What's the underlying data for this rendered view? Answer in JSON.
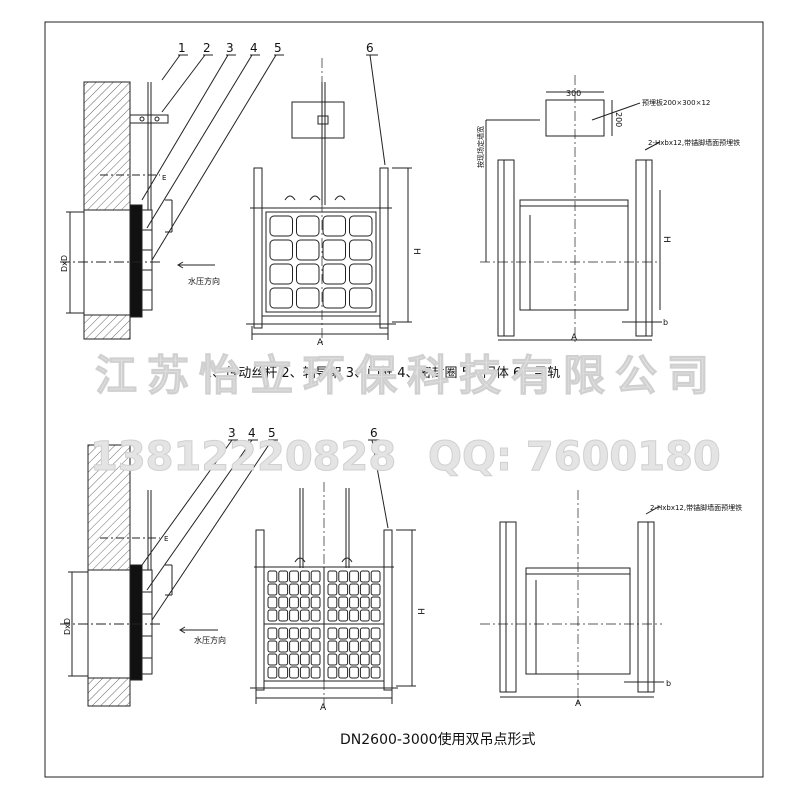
{
  "legend_line": "1、传动丝杆 2、轴导架 3、门框 4、密封圈 5、门体 6、导轨",
  "caption": "DN2600-3000使用双吊点形式",
  "watermark": {
    "company": "江苏怡立环保科技有限公司",
    "phone": "13812220828",
    "qq": "QQ: 7600180"
  },
  "top": {
    "callouts": [
      "1",
      "2",
      "3",
      "4",
      "5",
      "6"
    ],
    "dim_E": "E",
    "dim_DxD": "DxD",
    "dim_H": "H",
    "dim_A": "A",
    "dim_b": "b",
    "dim_300": "300",
    "dim_200": "200",
    "flow_label": "水压方向",
    "plate_label": "预埋板200×300×12",
    "anchor_label": "2-Hxbx12,带锚脚墙面预埋铁",
    "vertical_label": "按现场定墙宽"
  },
  "bottom": {
    "callouts": [
      "3",
      "4",
      "5",
      "6"
    ],
    "dim_E": "E",
    "dim_DxD": "DxD",
    "dim_H": "H",
    "dim_A": "A",
    "dim_b": "b",
    "flow_label": "水压方向",
    "anchor_label": "2-Hxbx12,带锚脚墙面预埋铁"
  }
}
